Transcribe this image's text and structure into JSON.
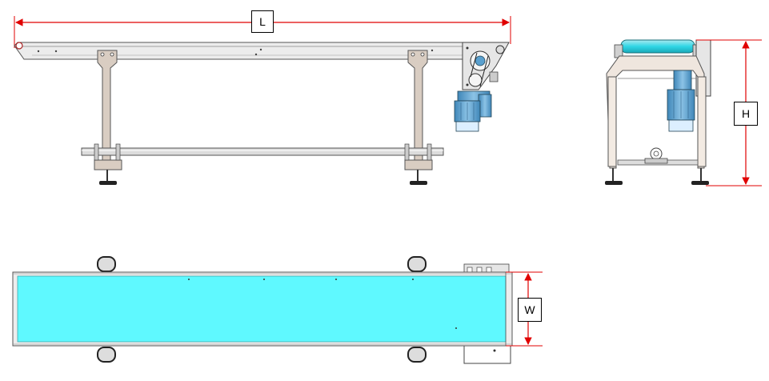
{
  "dimensions": {
    "length_label": "L",
    "height_label": "H",
    "width_label": "W"
  },
  "colors": {
    "dimension_line": "#e00000",
    "belt": "#5ff9ff",
    "frame": "#d6d6d6",
    "frame_edge": "#555555",
    "motor": "#5aa0cf",
    "leg": "#d9cdc2",
    "dark": "#333333"
  }
}
